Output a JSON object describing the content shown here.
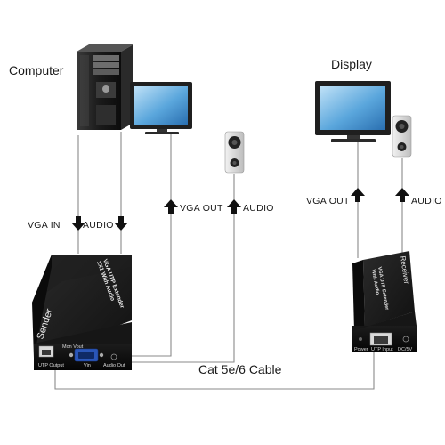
{
  "labels": {
    "computer": "Computer",
    "display": "Display",
    "vga_in": "VGA IN",
    "audio_in": "AUDIO",
    "vga_out_sender": "VGA OUT",
    "audio_out_sender": "AUDIO",
    "vga_out_receiver": "VGA OUT",
    "audio_out_receiver": "AUDIO",
    "cable": "Cat 5e/6 Cable"
  },
  "sender": {
    "side_label": "Sender",
    "top_line1": "VGA UTP Extender",
    "top_line2": "1X1 With Audio",
    "port_utp": "UTP Output",
    "port_vga_out": "Mon Vout",
    "port_vga_in": "Vin",
    "port_audio": "Audio Out"
  },
  "receiver": {
    "side_label": "Receiver",
    "top_line1": "VGA UTP Extender",
    "top_line2": "With Audio",
    "port_power": "Power",
    "port_utp": "UTP Input",
    "port_dc": "DC/5V"
  }
}
